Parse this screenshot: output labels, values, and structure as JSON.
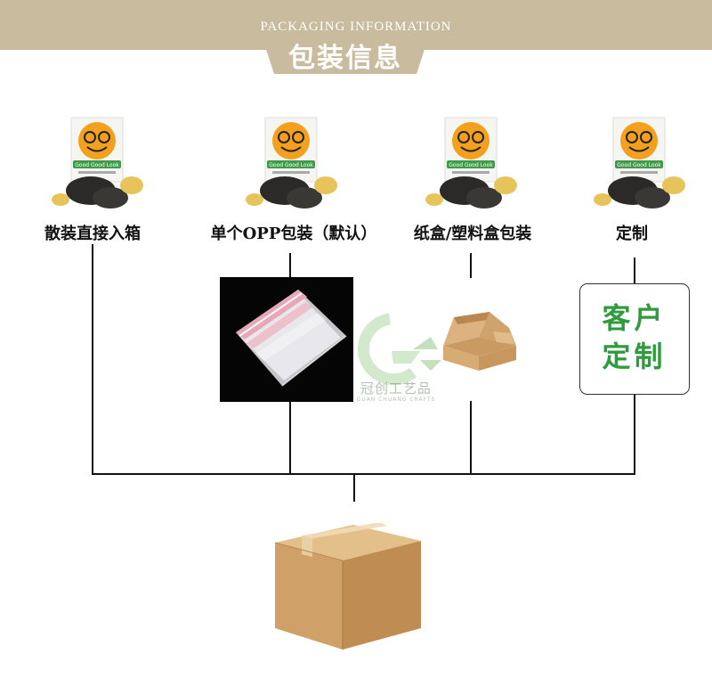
{
  "header": {
    "subtitle": "PACKAGING INFORMATION",
    "title": "包装信息"
  },
  "options": [
    {
      "label": "散装直接入箱"
    },
    {
      "label": "单个OPP包装（默认）"
    },
    {
      "label": "纸盒/塑料盒包装"
    },
    {
      "label": "定制"
    }
  ],
  "custom_box": {
    "line1": "客户",
    "line2": "定制"
  },
  "product_card": {
    "brand": "Good Good Look"
  },
  "watermark": {
    "name": "冠创工艺品",
    "latin": "GUAN CHUANG CRAFTS"
  },
  "colors": {
    "banner": "#c8bb9e",
    "accent_green": "#2f9a3e",
    "line": "#111111",
    "kraft": "#d2a56e"
  }
}
